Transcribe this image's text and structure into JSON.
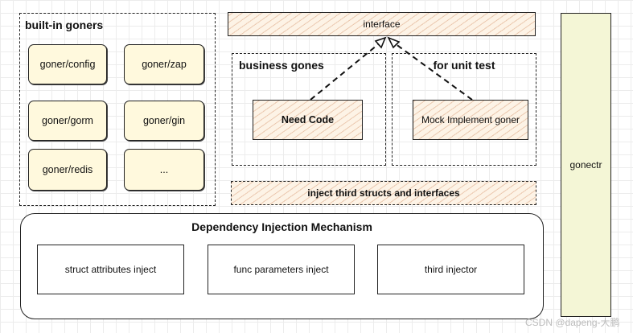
{
  "builtin": {
    "title": "built-in goners",
    "items": [
      "goner/config",
      "goner/zap",
      "goner/gorm",
      "goner/gin",
      "goner/redis",
      "..."
    ]
  },
  "interface_label": "interface",
  "business": {
    "title": "business gones",
    "box": "Need Code"
  },
  "unit_test": {
    "title": "for unit test",
    "box": "Mock Implement goner"
  },
  "inject_bar": "inject third structs and interfaces",
  "di": {
    "title": "Dependency Injection Mechanism",
    "items": [
      "struct attributes inject",
      "func parameters inject",
      "third injector"
    ]
  },
  "gonectr": "gonectr",
  "watermark": "CSDN @dapeng-大鹏"
}
